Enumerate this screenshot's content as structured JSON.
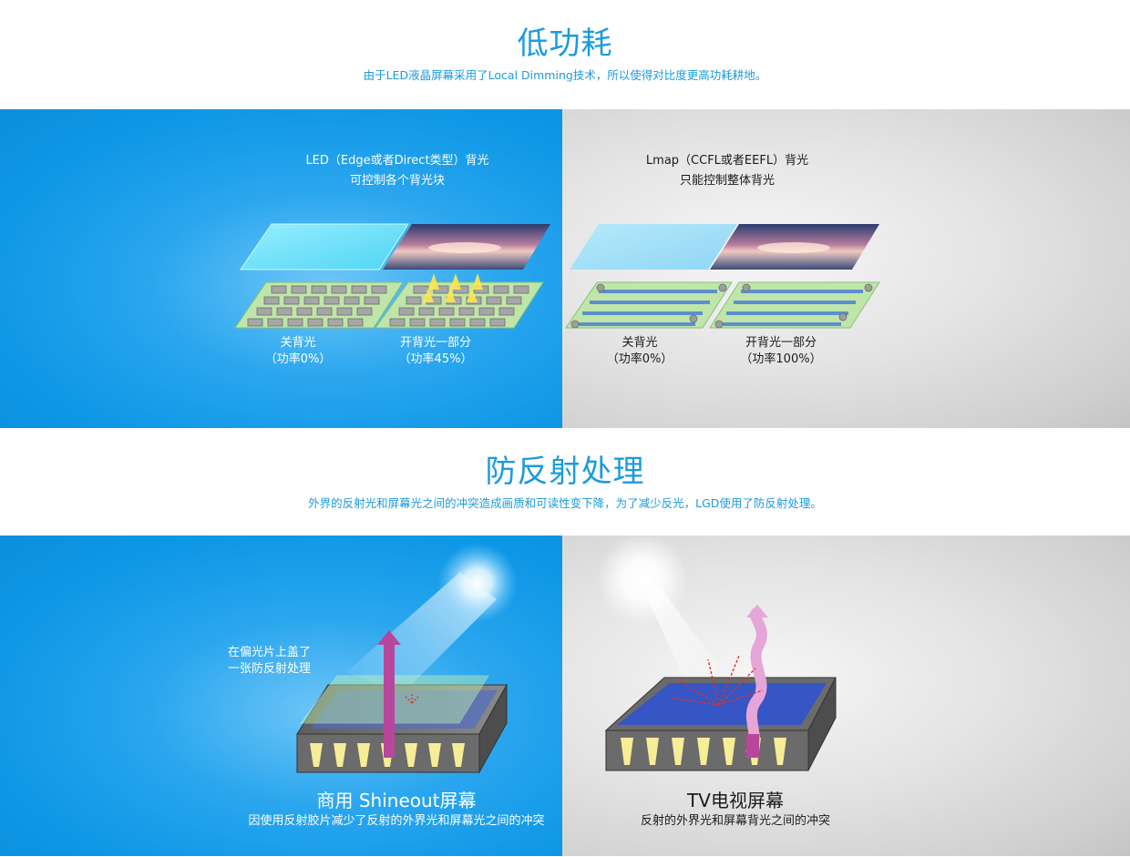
{
  "low_power": {
    "title": "低功耗",
    "subtitle": "由于LED液晶屏幕采用了Local Dimming技术，所以使得对比度更高功耗耕地。",
    "led_panel": {
      "heading_line1": "LED（Edge或者Direct类型）背光",
      "heading_line2": "可控制各个背光块",
      "left_label": "关背光",
      "left_power": "（功率0%）",
      "right_label": "开背光一部分",
      "right_power": "（功率45%）"
    },
    "lamp_panel": {
      "heading_line1": "Lmap（CCFL或者EEFL）背光",
      "heading_line2": "只能控制整体背光",
      "left_label": "关背光",
      "left_power": "（功率0%）",
      "right_label": "开背光一部分",
      "right_power": "（功率100%）"
    }
  },
  "anti_reflection": {
    "title": "防反射处理",
    "subtitle": "外界的反射光和屏幕光之间的冲突造成画质和可读性变下降，为了减少反光，LGD使用了防反射处理。",
    "commercial": {
      "note_line1": "在偏光片上盖了",
      "note_line2": "一张防反射处理",
      "caption_title": "商用 Shineout屏幕",
      "caption_sub": "因使用反射胶片减少了反射的外界光和屏幕光之间的冲突"
    },
    "tv": {
      "caption_title": "TV电视屏幕",
      "caption_sub": "反射的外界光和屏幕背光之间的冲突"
    }
  },
  "colors": {
    "accent_blue": "#1a9be0",
    "panel_blue": "#0d97e6",
    "panel_gray": "#dcdcdc",
    "circuit_green": "#b8e0a6",
    "arrow_purple": "#b8479c",
    "arrow_pink": "#e6a6d8",
    "reflect_red": "#e0302a"
  }
}
